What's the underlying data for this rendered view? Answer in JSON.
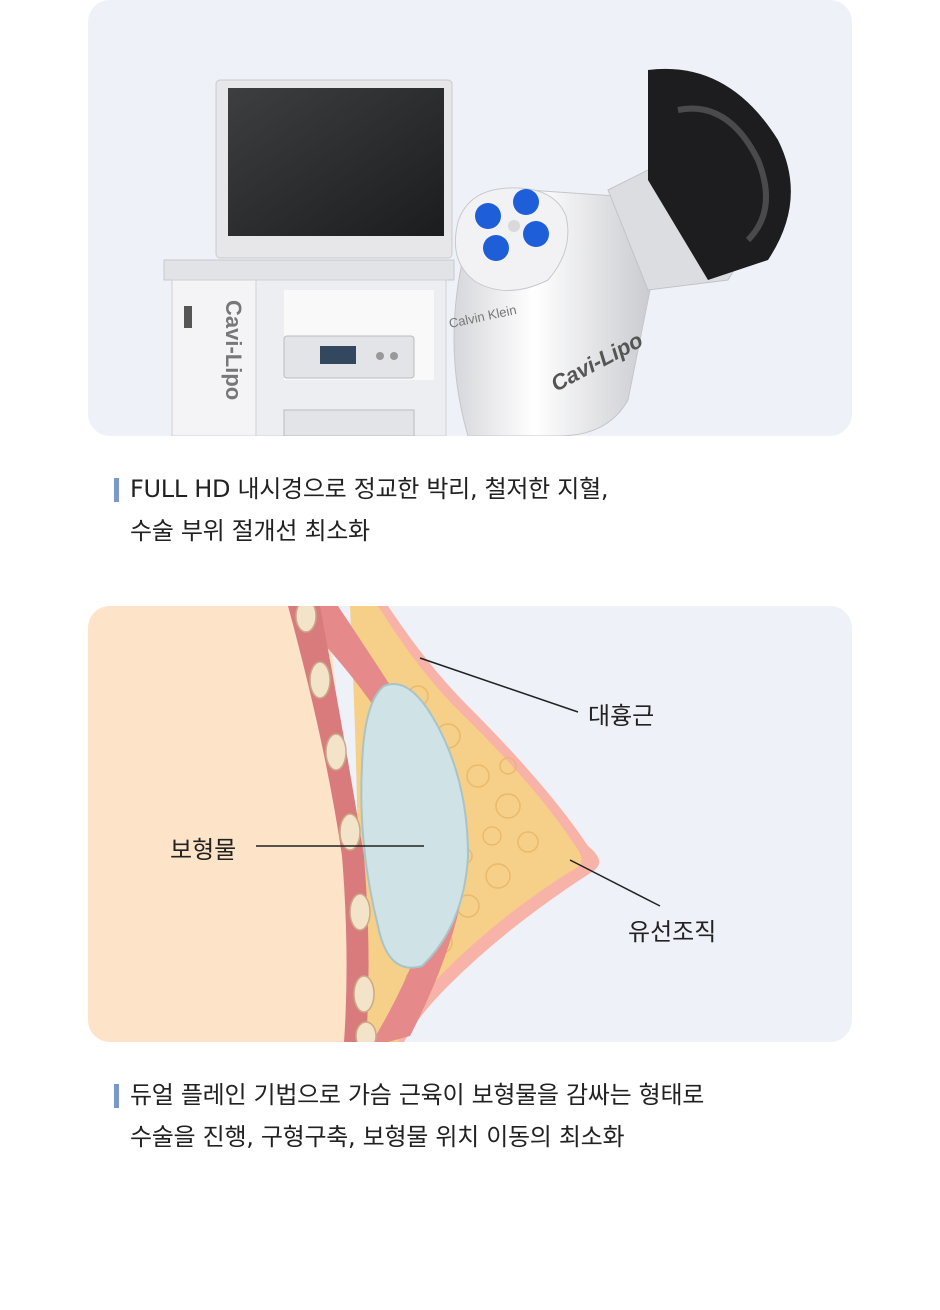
{
  "device": {
    "brand_text": "Calvin Klein",
    "handpiece_logo": "Cavi-Lipo",
    "cart_logo": "Cavi-Lipo"
  },
  "captions": [
    {
      "lines": [
        "FULL HD 내시경으로 정교한 박리, 철저한 지혈,",
        "수술 부위 절개선 최소화"
      ]
    },
    {
      "lines": [
        "듀얼 플레인 기법으로 가슴 근육이 보형물을 감싸는 형태로",
        "수술을 진행, 구형구축, 보형물 위치 이동의 최소화"
      ]
    }
  ],
  "diagram": {
    "labels": {
      "pectoral_muscle": "대흉근",
      "implant": "보형물",
      "mammary_gland": "유선조직"
    }
  },
  "colors": {
    "panel_bg": "#eef1f7",
    "caption_bar": "#7a98c8",
    "skin": "#fde4c8",
    "fat": "#f6cf88",
    "muscle": "#e6898a",
    "implant": "#cfe3e6",
    "button_blue": "#1e5ed8"
  }
}
